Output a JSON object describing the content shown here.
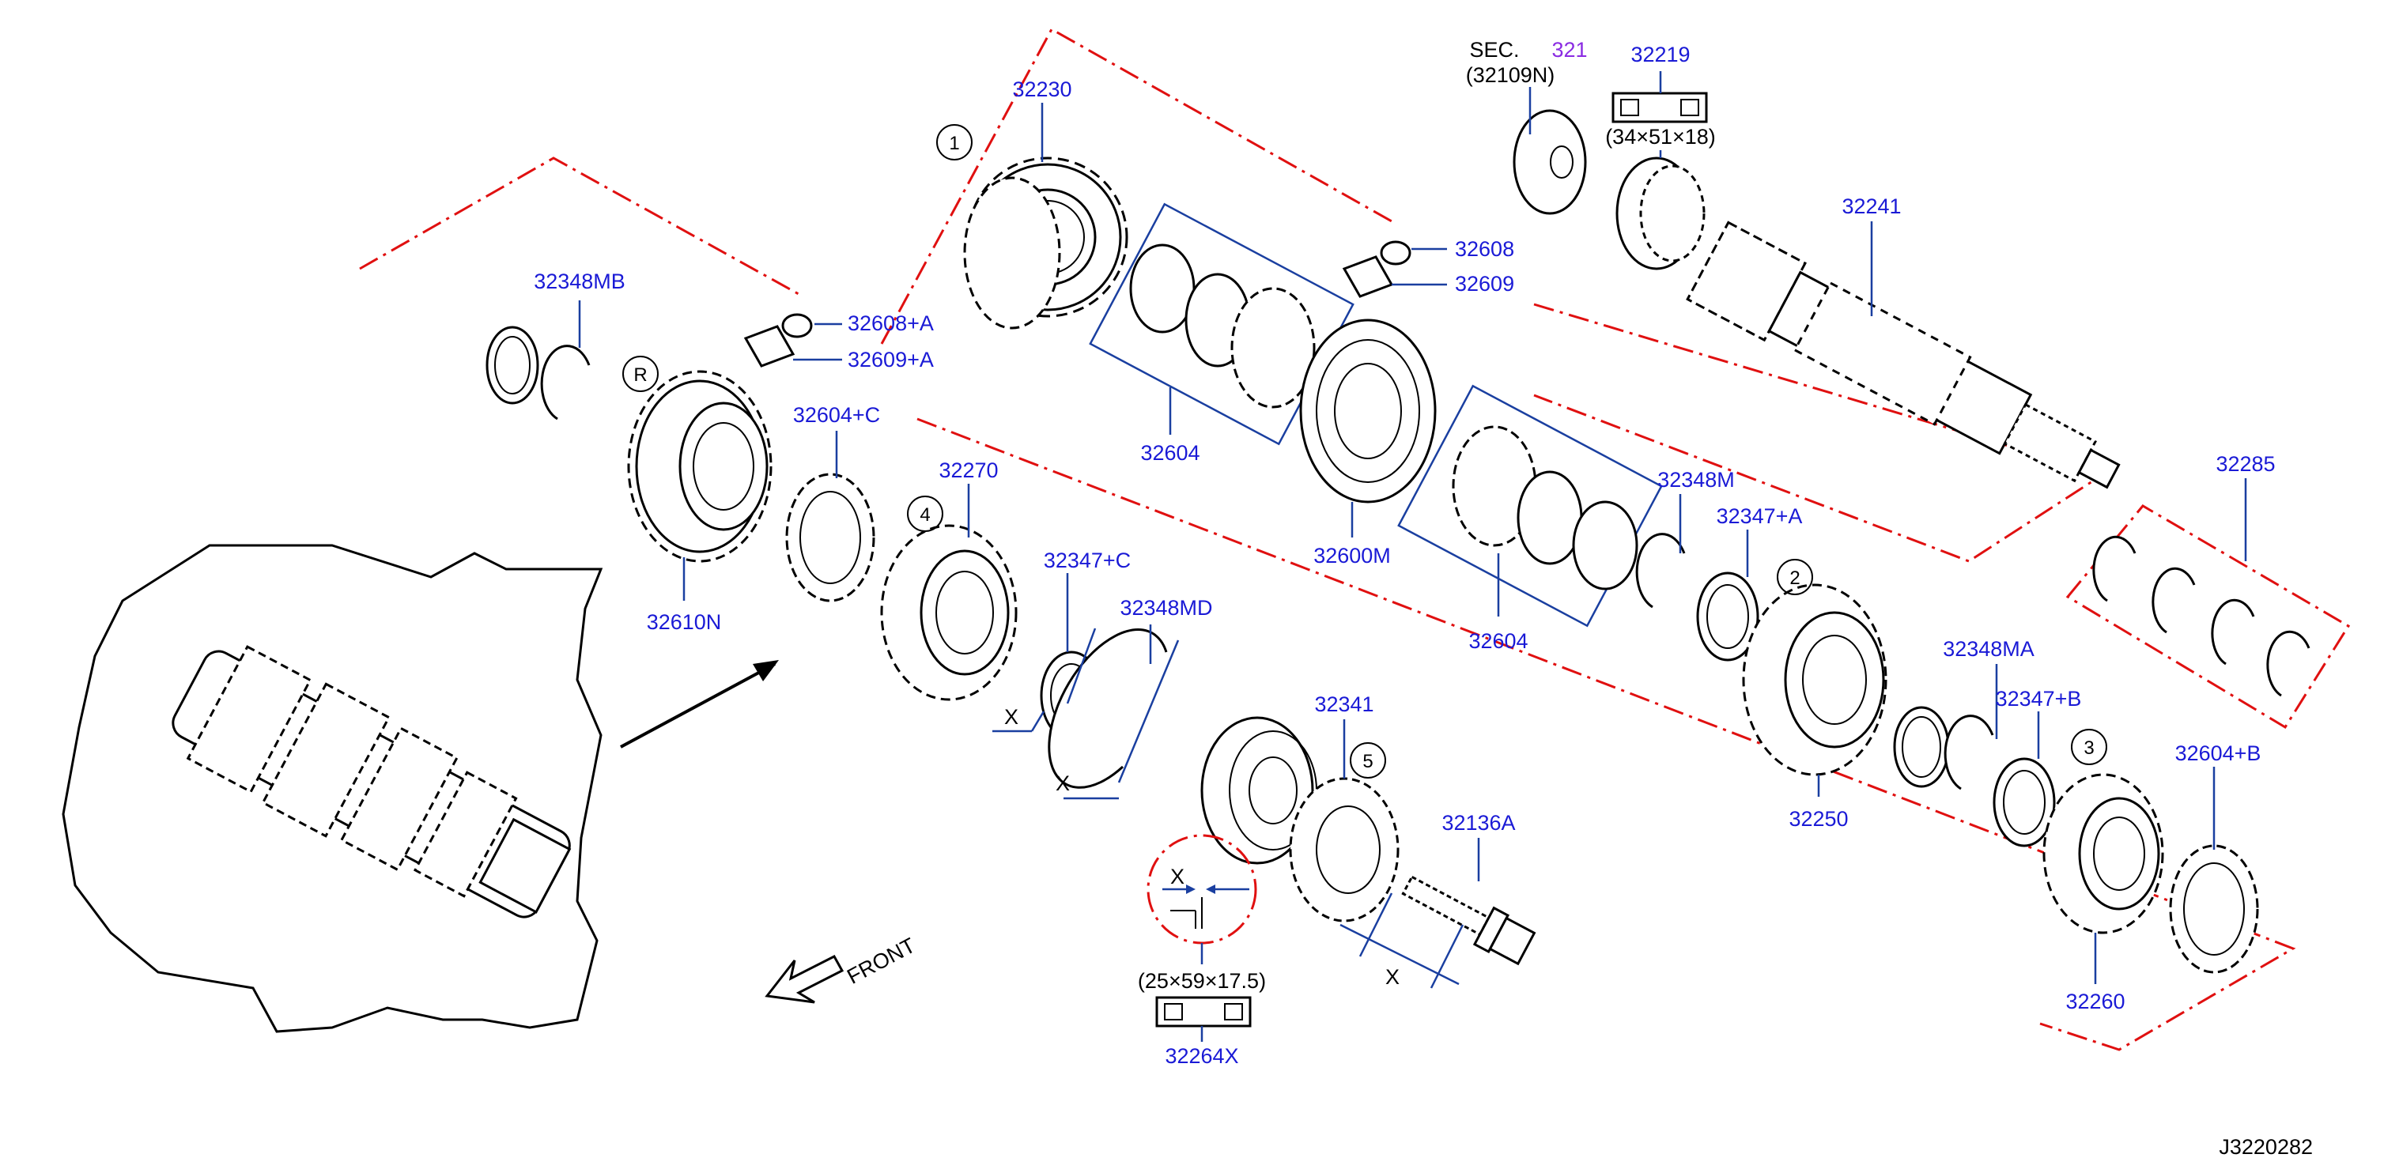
{
  "diagram_id": "J3220282",
  "callouts": {
    "c1": "1",
    "c2": "2",
    "c3": "3",
    "c4": "4",
    "c5": "5",
    "cR": "R"
  },
  "labels": {
    "p32230": "32230",
    "sec": "SEC.",
    "sec_num": "321",
    "p32109n": "(32109N)",
    "p32219": "32219",
    "dim34": "(34×51×18)",
    "p32241": "32241",
    "p32608": "32608",
    "p32609": "32609",
    "p32348mb": "32348MB",
    "p32608a": "32608+A",
    "p32609a": "32609+A",
    "p32604_top": "32604",
    "p32604c": "32604+C",
    "p32270": "32270",
    "p32600m": "32600M",
    "p32610n": "32610N",
    "p32348m": "32348M",
    "p32347a": "32347+A",
    "p32604_mid": "32604",
    "p32285": "32285",
    "p32347c": "32347+C",
    "p32348md": "32348MD",
    "p32341": "32341",
    "p32250": "32250",
    "p32348ma": "32348MA",
    "p32347b": "32347+B",
    "p32604b": "32604+B",
    "p32136a": "32136A",
    "p32260": "32260",
    "dim25": "(25×59×17.5)",
    "p32264x": "32264X",
    "front": "FRONT",
    "x": "X"
  },
  "colors": {
    "part_number": "#1a1ad6",
    "section_ref": "#8a2be2",
    "phantom_line": "#e01010",
    "leader": "#1a3fa0"
  }
}
